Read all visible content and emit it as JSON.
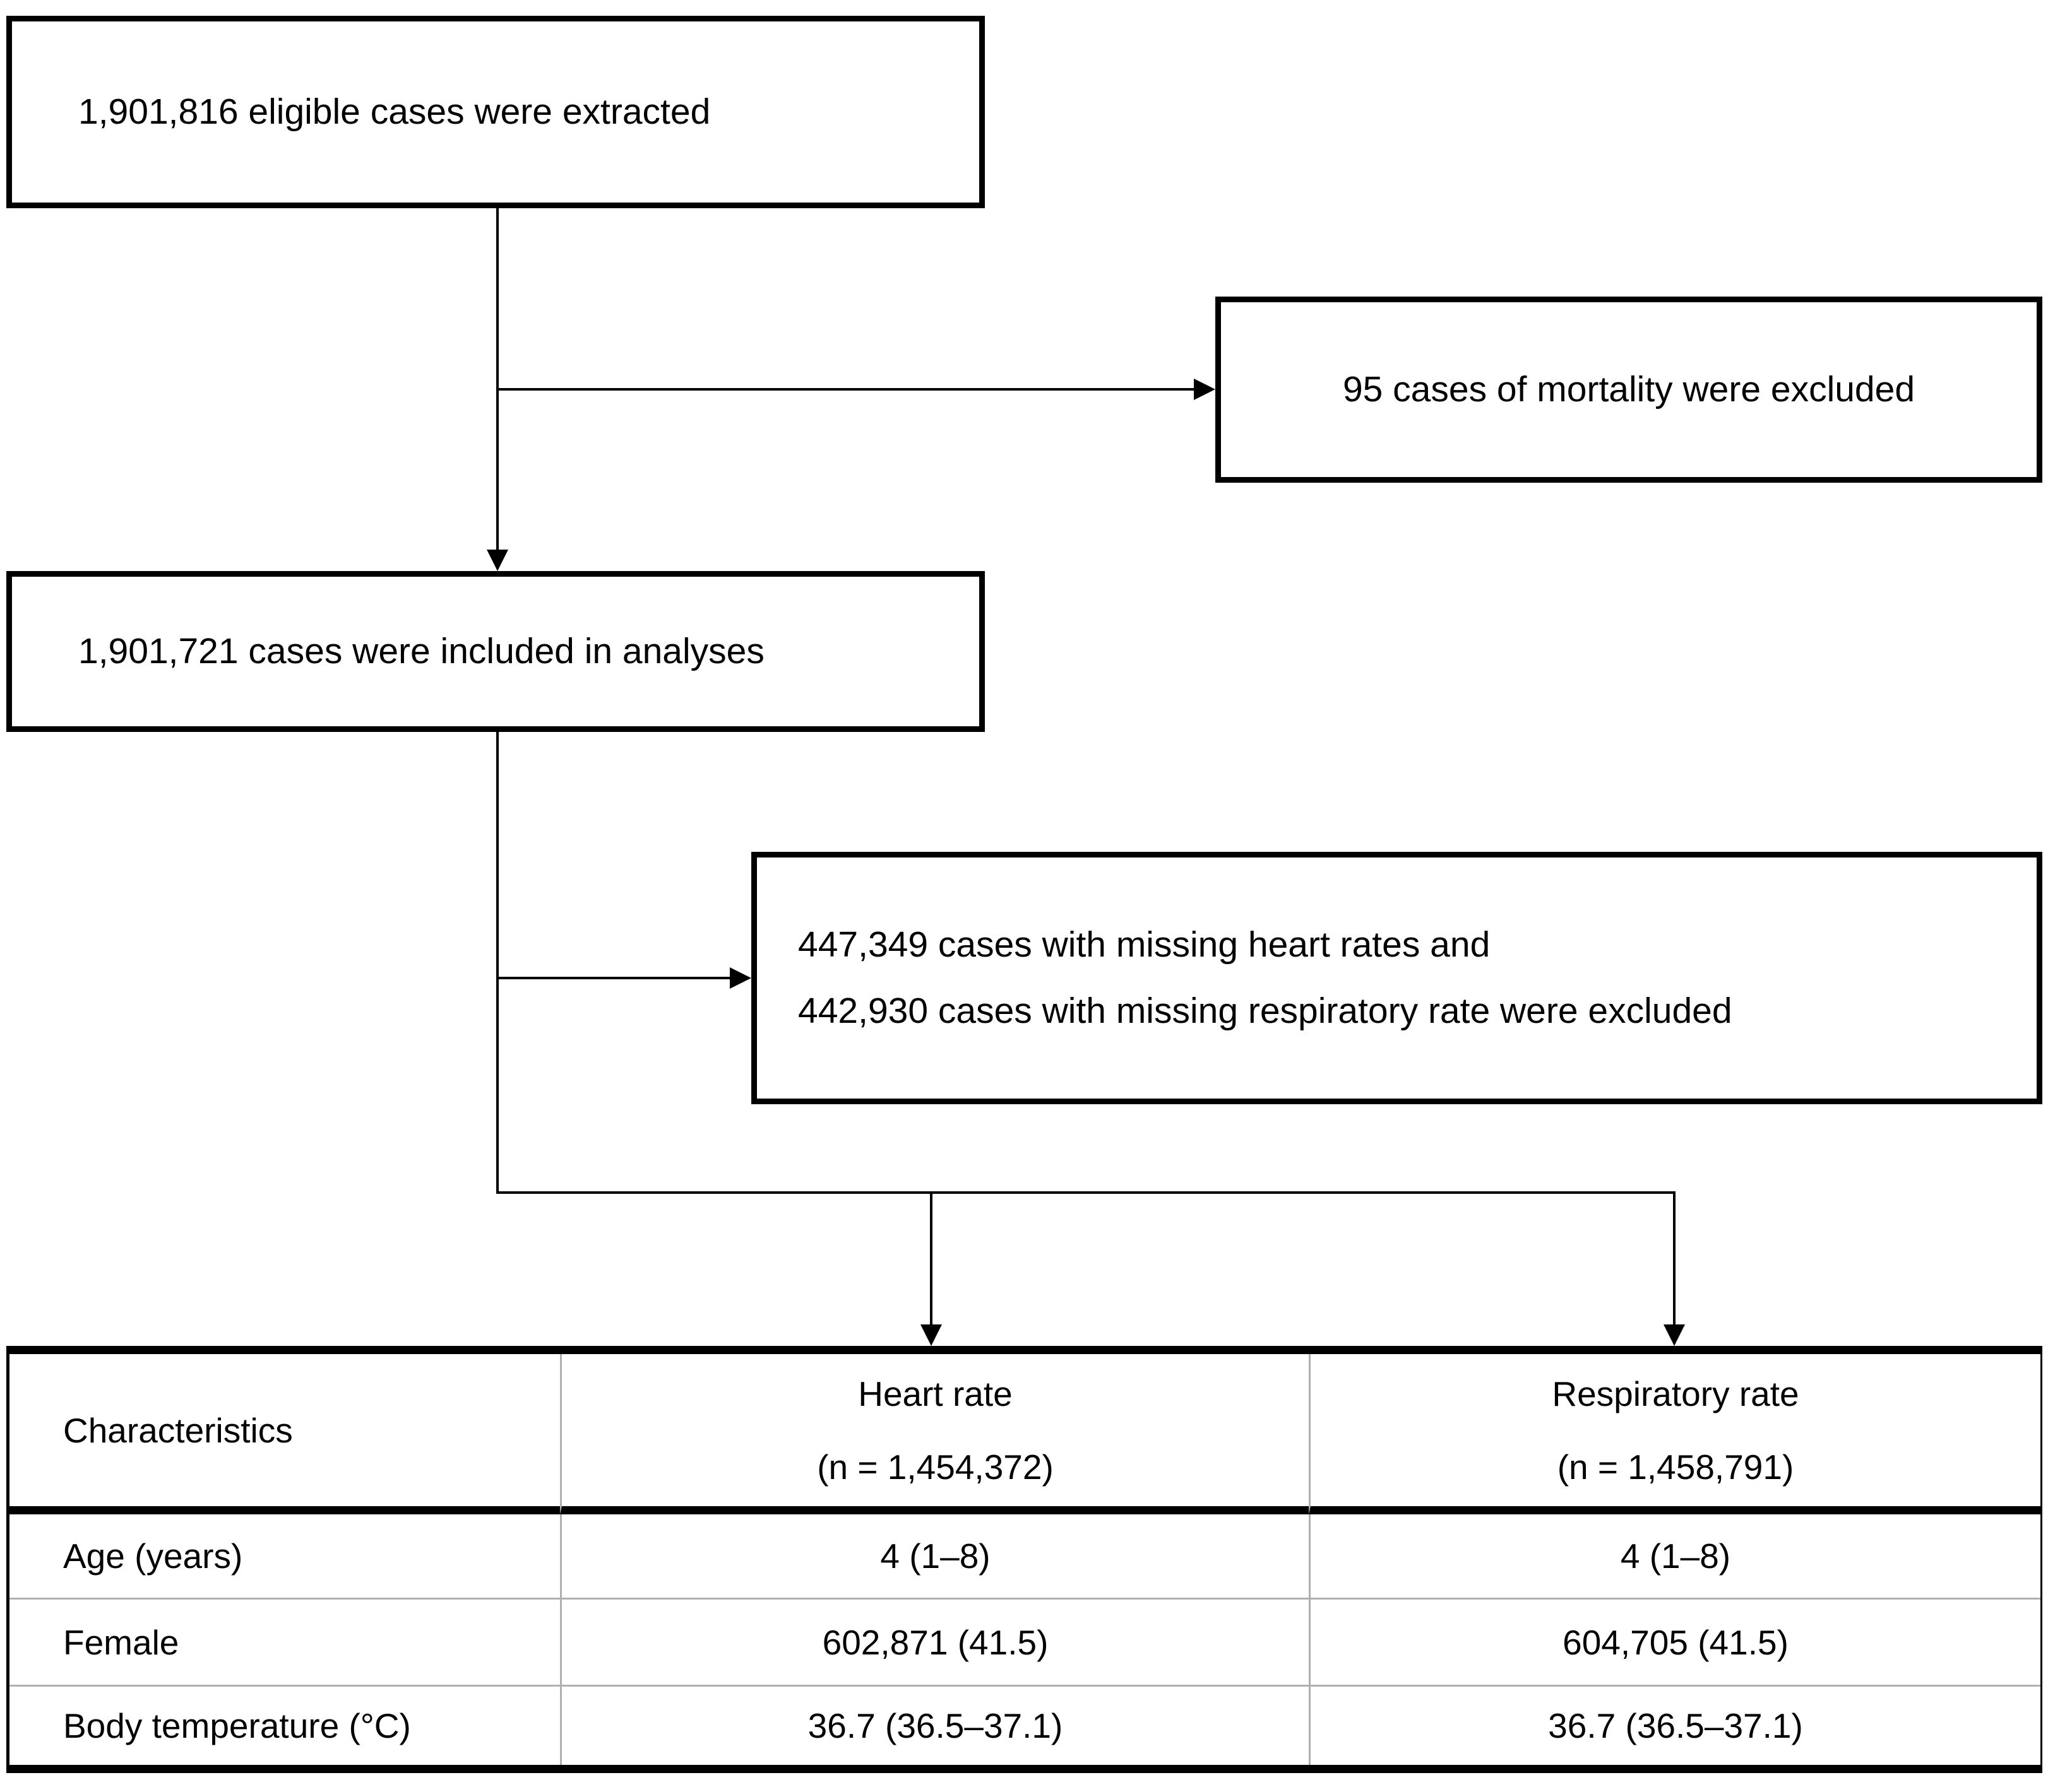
{
  "flowchart": {
    "box_extracted": "1,901,816 eligible cases were extracted",
    "box_mortality": "95 cases of mortality were excluded",
    "box_included": "1,901,721 cases were included in analyses",
    "box_missing_line1": "447,349 cases with missing heart rates and",
    "box_missing_line2": "442,930 cases with missing respiratory rate were excluded"
  },
  "table": {
    "header": {
      "col1": "Characteristics",
      "col2_title": "Heart rate",
      "col2_n": "(n = 1,454,372)",
      "col3_title": "Respiratory rate",
      "col3_n": "(n = 1,458,791)"
    },
    "rows": [
      {
        "label": "Age (years)",
        "heart": "4 (1–8)",
        "resp": "4 (1–8)"
      },
      {
        "label": "Female",
        "heart": "602,871 (41.5)",
        "resp": "604,705 (41.5)"
      },
      {
        "label": "Body temperature (°C)",
        "heart": "36.7 (36.5–37.1)",
        "resp": "36.7 (36.5–37.1)"
      }
    ]
  },
  "colors": {
    "line": "#000000",
    "border": "#000000",
    "grid": "#b0b0b0",
    "background": "#ffffff",
    "text": "#000000"
  }
}
